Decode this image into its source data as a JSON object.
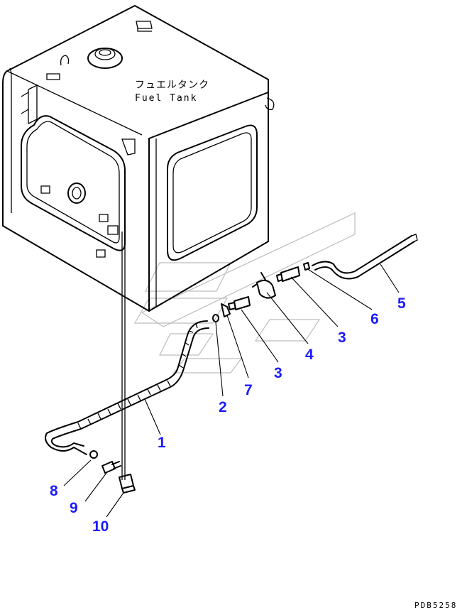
{
  "tank_label": {
    "japanese": "フュエルタンク",
    "english": "Fuel Tank"
  },
  "callouts": [
    {
      "id": "c1",
      "label": "1"
    },
    {
      "id": "c2",
      "label": "2"
    },
    {
      "id": "c3a",
      "label": "3"
    },
    {
      "id": "c3b",
      "label": "3"
    },
    {
      "id": "c4",
      "label": "4"
    },
    {
      "id": "c5",
      "label": "5"
    },
    {
      "id": "c6",
      "label": "6"
    },
    {
      "id": "c7",
      "label": "7"
    },
    {
      "id": "c8",
      "label": "8"
    },
    {
      "id": "c9",
      "label": "9"
    },
    {
      "id": "c10",
      "label": "10"
    }
  ],
  "drawing_code": "PDB5258",
  "colors": {
    "callout_number": "#1a1aff",
    "line_art": "#000000",
    "watermark": "#bdbdbd"
  }
}
